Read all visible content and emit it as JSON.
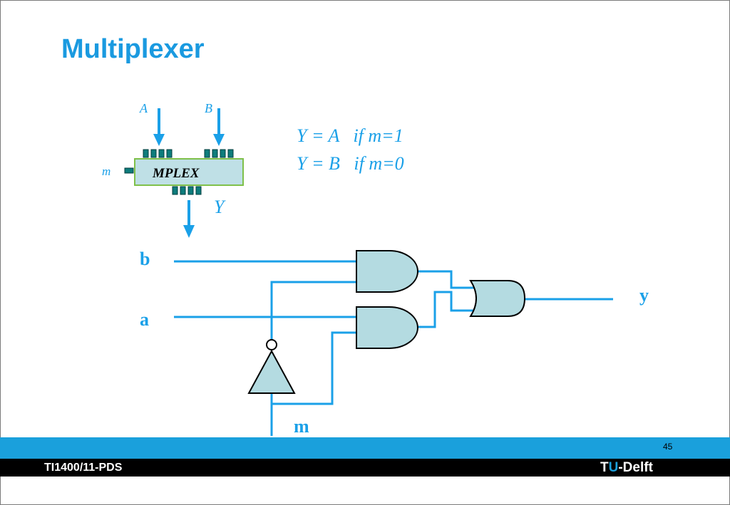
{
  "slide": {
    "title": "Multiplexer",
    "page_number": "45",
    "footer_left": "TI1400/11-PDS",
    "logo": {
      "part1": "T",
      "part2": "U",
      "part3": "-Delft"
    }
  },
  "block": {
    "input_a": "A",
    "input_b": "B",
    "select": "m",
    "name": "MPLEX",
    "output": "Y"
  },
  "equations": {
    "line1": "Y = A   if m=1",
    "line2": "Y = B   if m=0"
  },
  "circuit": {
    "b": "b",
    "a": "a",
    "m": "m",
    "y": "y"
  },
  "colors": {
    "accent": "#1a9ae0",
    "wire": "#1aa0e8",
    "gate_fill": "#b4dbe1",
    "block_fill": "#bfe0e6",
    "block_border": "#7fc04a",
    "pin": "#0e7c7c"
  }
}
